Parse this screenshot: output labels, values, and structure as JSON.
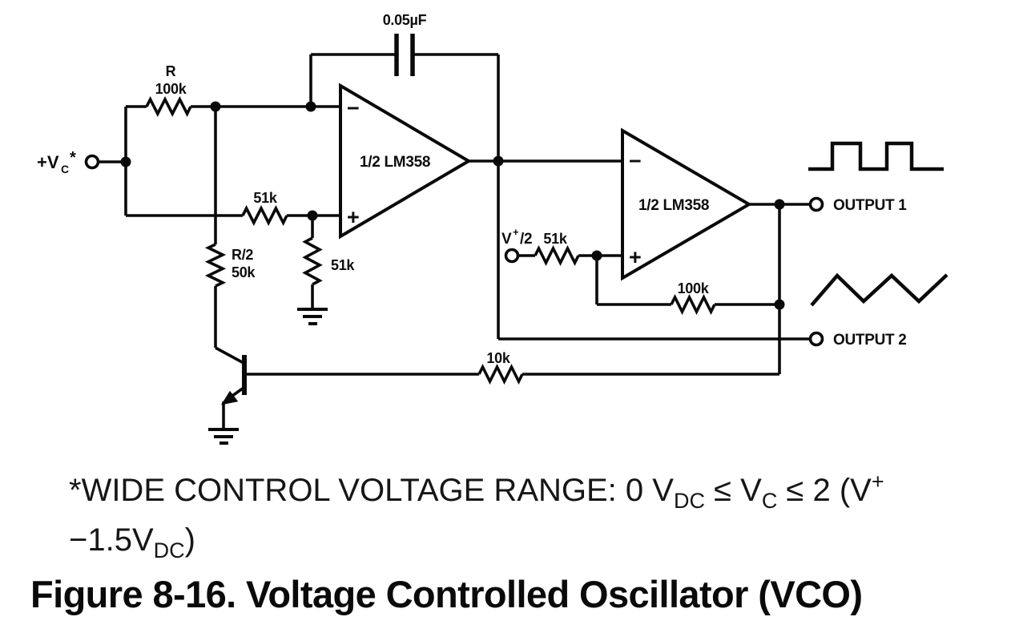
{
  "schematic": {
    "capacitor_label": "0.05µF",
    "r1": {
      "name": "R",
      "value": "100k"
    },
    "r51_top": "51k",
    "r51_gnd": "51k",
    "rhalf": {
      "name": "R/2",
      "value": "50k"
    },
    "opamp1": {
      "label": "1/2 LM358",
      "minus": "−",
      "plus": "+"
    },
    "opamp2": {
      "label": "1/2 LM358",
      "minus": "−",
      "plus": "+"
    },
    "vc": {
      "base": "+V",
      "sub": "C",
      "star": "*"
    },
    "vref": {
      "base": "V",
      "sup": "+",
      "den": "/2"
    },
    "r51_ref": "51k",
    "r100_fb": "100k",
    "r10k": "10k",
    "out1": "OUTPUT 1",
    "out2": "OUTPUT 2"
  },
  "footnote": {
    "l1_a": "*WIDE CONTROL VOLTAGE RANGE: 0 V",
    "l1_sub1": "DC",
    "l1_b": " ≤ V",
    "l1_sub2": "C",
    "l1_c": " ≤ 2 (V",
    "l1_sup": "+",
    "l2_a": "−1.5V",
    "l2_sub": "DC",
    "l2_b": ")"
  },
  "caption": "Figure 8-16. Voltage Controlled Oscillator (VCO)"
}
